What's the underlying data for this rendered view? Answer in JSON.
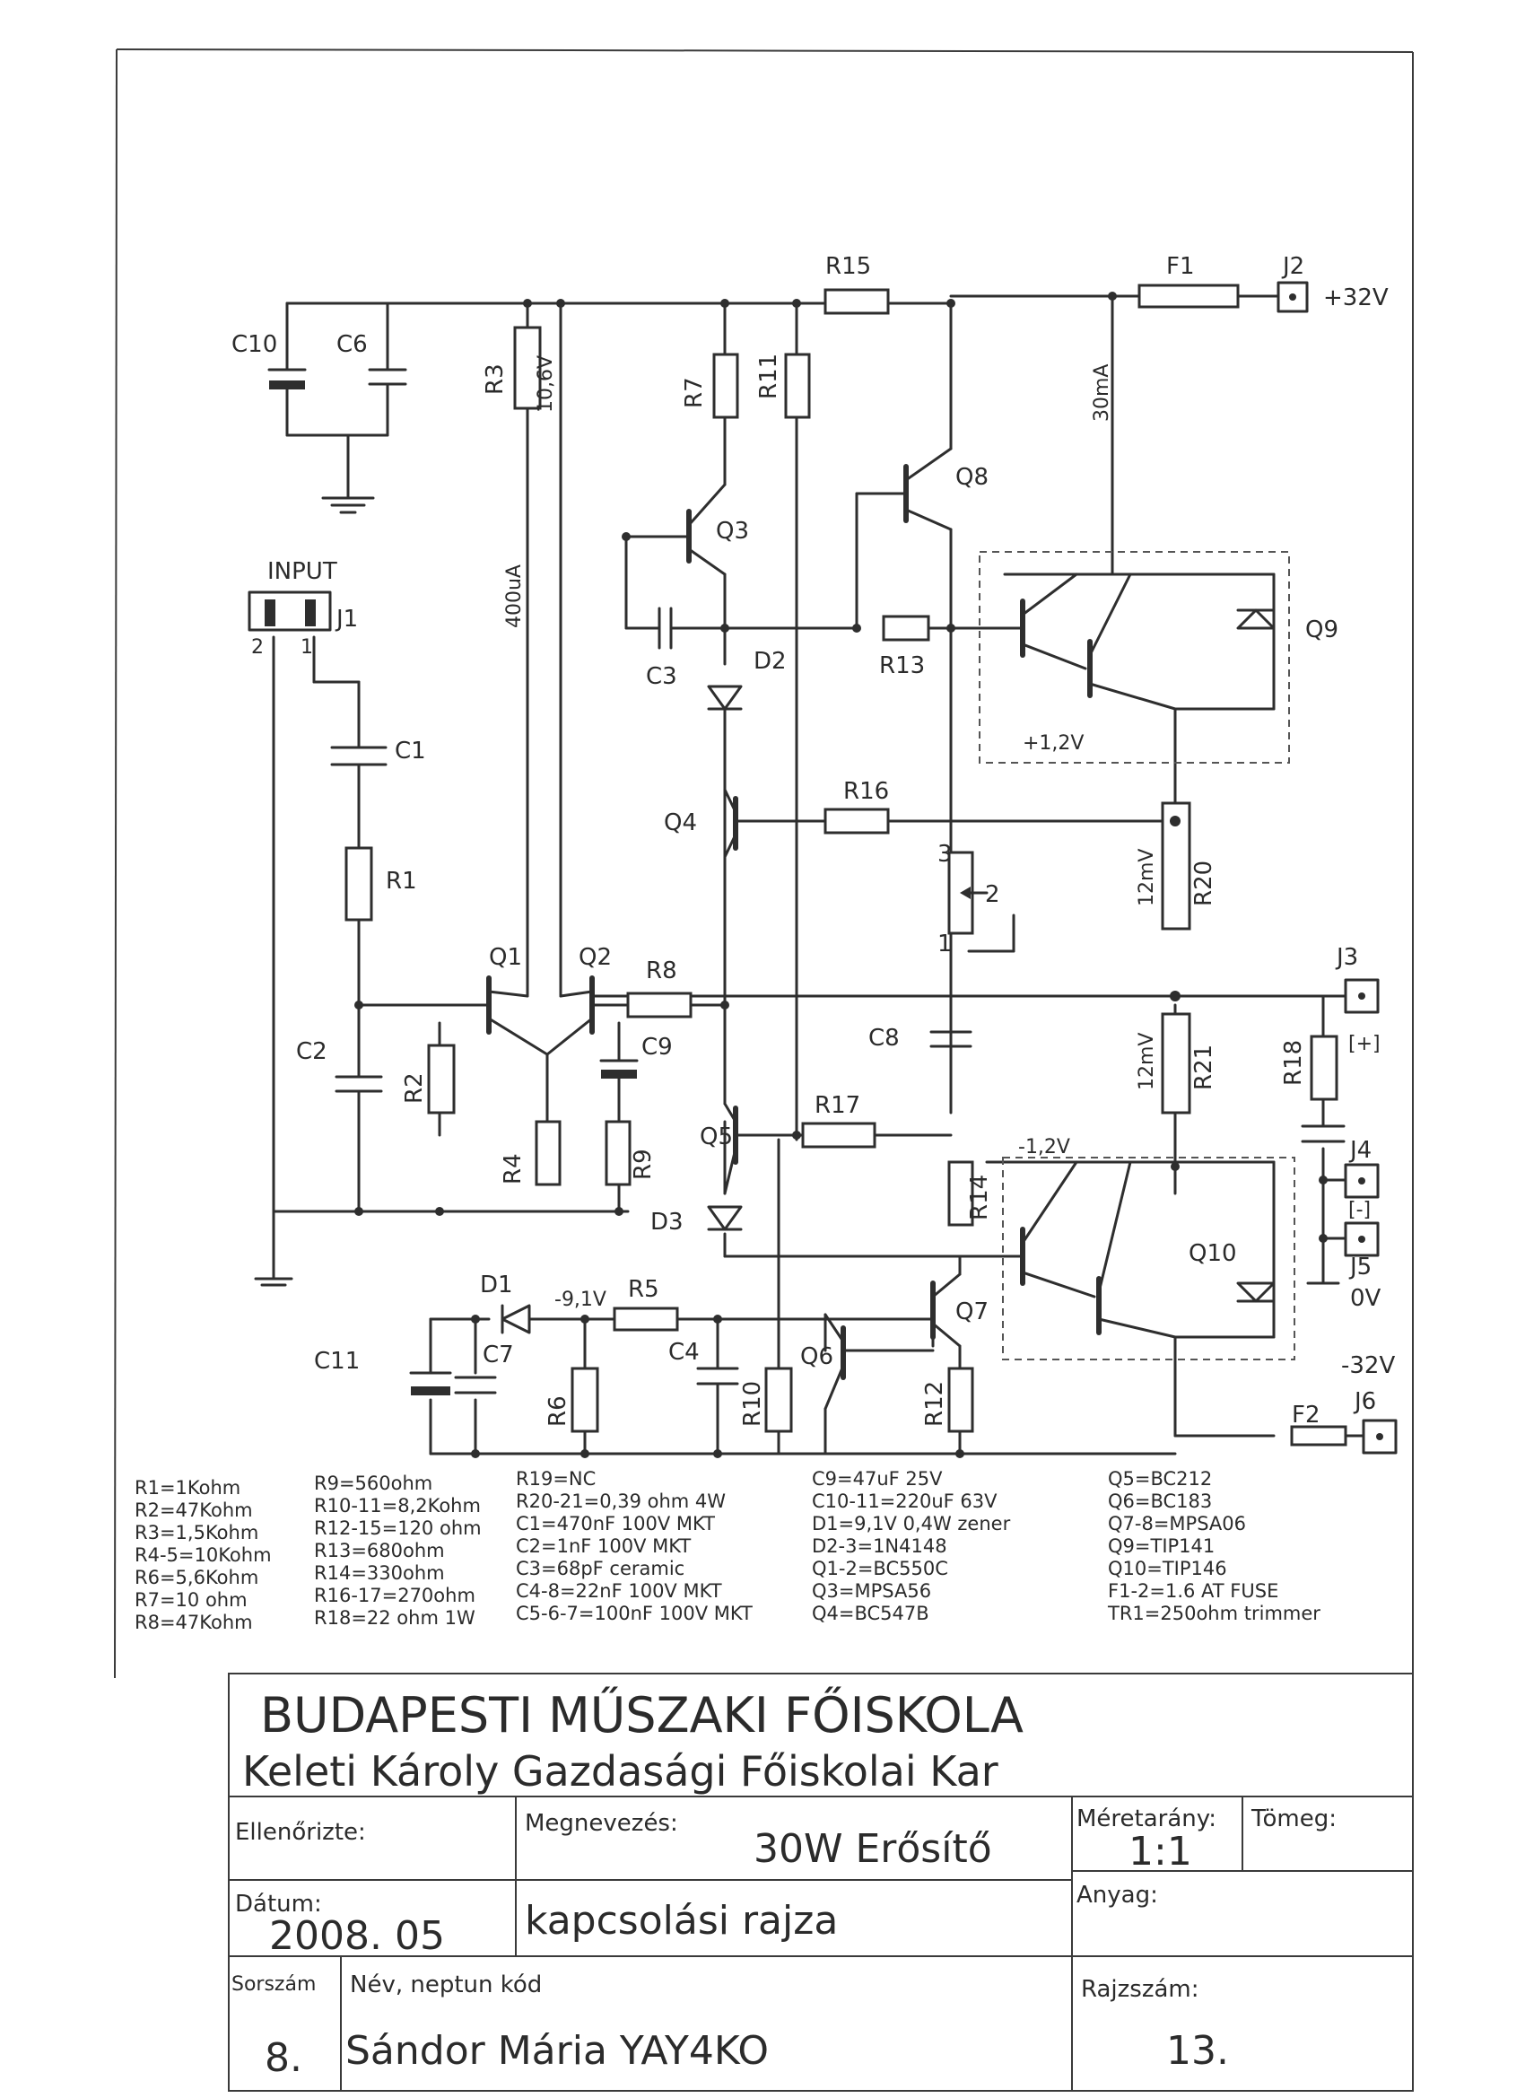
{
  "schematic": {
    "supply_pos": "+32V",
    "supply_neg": "-32V",
    "zero_v": "0V",
    "input_label": "INPUT",
    "input_pins": [
      "2",
      "1"
    ],
    "connectors": {
      "j1": "J1",
      "j2": "J2",
      "j3": "J3",
      "j4": "J4",
      "j5": "J5",
      "j6": "J6"
    },
    "connector_marks": {
      "j3": "[+]",
      "j4": "[-]"
    },
    "resistors": {
      "r1": "R1",
      "r2": "R2",
      "r3": "R3",
      "r4": "R4",
      "r5": "R5",
      "r6": "R6",
      "r7": "R7",
      "r8": "R8",
      "r9": "R9",
      "r10": "R10",
      "r11": "R11",
      "r12": "R12",
      "r13": "R13",
      "r14": "R14",
      "r15": "R15",
      "r16": "R16",
      "r17": "R17",
      "r18": "R18",
      "r20": "R20",
      "r21": "R21"
    },
    "capacitors": {
      "c1": "C1",
      "c2": "C2",
      "c3": "C3",
      "c4": "C4",
      "c6": "C6",
      "c7": "C7",
      "c8": "C8",
      "c9": "C9",
      "c10": "C10",
      "c11": "C11"
    },
    "transistors": {
      "q1": "Q1",
      "q2": "Q2",
      "q3": "Q3",
      "q4": "Q4",
      "q5": "Q5",
      "q6": "Q6",
      "q7": "Q7",
      "q8": "Q8",
      "q9": "Q9",
      "q10": "Q10"
    },
    "diodes": {
      "d1": "D1",
      "d2": "D2",
      "d3": "D3"
    },
    "fuses": {
      "f1": "F1",
      "f2": "F2"
    },
    "trimmer_pins": [
      "3",
      "2",
      "1"
    ],
    "annotations": {
      "r3_voltage": "10,6V",
      "current_400": "400uA",
      "current_30": "30mA",
      "v_pos_bias": "+1,2V",
      "v_neg_bias": "-1,2V",
      "v_neg_91": "-9,1V",
      "r20_mv": "12mV",
      "r21_mv": "12mV"
    }
  },
  "bom": {
    "col1": [
      "R1=1Kohm",
      "R2=47Kohm",
      "R3=1,5Kohm",
      "R4-5=10Kohm",
      "R6=5,6Kohm",
      "R7=10 ohm",
      "R8=47Kohm"
    ],
    "col2": [
      "R9=560ohm",
      "R10-11=8,2Kohm",
      "R12-15=120 ohm",
      "R13=680ohm",
      "R14=330ohm",
      "R16-17=270ohm",
      "R18=22 ohm 1W"
    ],
    "col3": [
      "R19=NC",
      "R20-21=0,39 ohm 4W",
      "C1=470nF 100V MKT",
      "C2=1nF 100V MKT",
      "C3=68pF ceramic",
      "C4-8=22nF 100V MKT",
      "C5-6-7=100nF 100V MKT"
    ],
    "col4": [
      "C9=47uF 25V",
      "C10-11=220uF 63V",
      "D1=9,1V 0,4W zener",
      "D2-3=1N4148",
      "Q1-2=BC550C",
      "Q3=MPSA56",
      "Q4=BC547B"
    ],
    "col5": [
      "Q5=BC212",
      "Q6=BC183",
      "Q7-8=MPSA06",
      "Q9=TIP141",
      "Q10=TIP146",
      "F1-2=1.6 AT FUSE",
      "TR1=250ohm trimmer"
    ]
  },
  "title_block": {
    "school": "BUDAPESTI MŰSZAKI FŐISKOLA",
    "faculty": "Keleti Károly Gazdasági Főiskolai Kar",
    "checked_label": "Ellenőrizte:",
    "name_label": "Megnevezés:",
    "name_value_1": "30W Erősítő",
    "name_value_2": "kapcsolási rajza",
    "scale_label": "Méretarány:",
    "scale_value": "1:1",
    "mass_label": "Tömeg:",
    "material_label": "Anyag:",
    "date_label": "Dátum:",
    "date_value": "2008. 05",
    "serial_label": "Sorszám",
    "serial_value": "8.",
    "author_label": "Név, neptun kód",
    "author_value": "Sándor Mária YAY4KO",
    "drawing_label": "Rajzszám:",
    "drawing_value": "13."
  }
}
